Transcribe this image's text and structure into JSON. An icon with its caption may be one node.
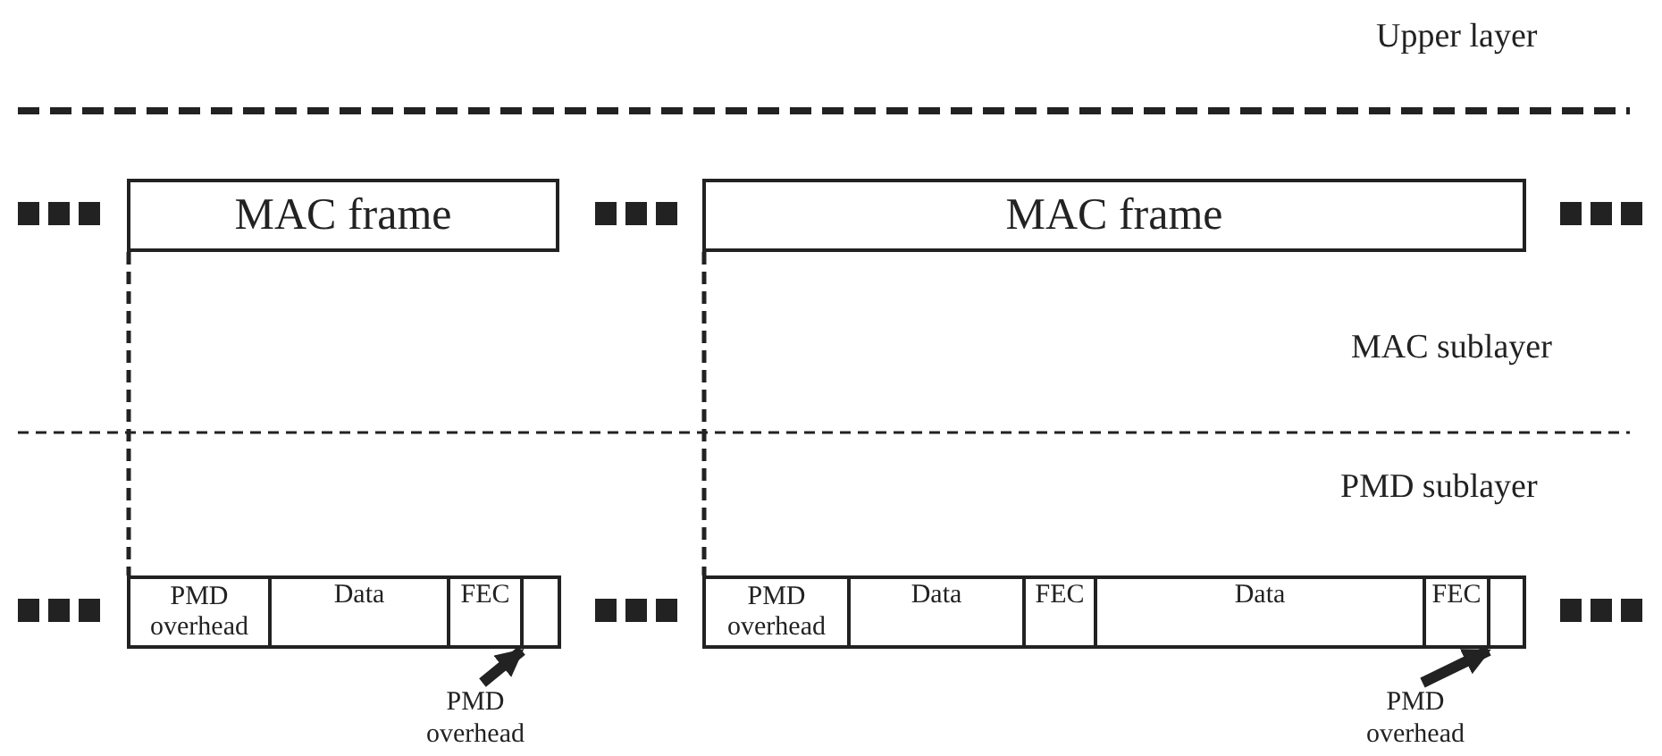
{
  "diagram": {
    "nodes": [
      {
        "text": [
          "MAC frame"
        ]
      },
      {
        "text": [
          "MAC frame"
        ]
      },
      {
        "text": [
          "PMD overhead"
        ]
      },
      {
        "text": [
          "Data"
        ]
      },
      {
        "text": [
          "FEC"
        ]
      },
      {
        "text": [],
        "shape": "box"
      },
      {
        "text": [
          "PMD overhead"
        ]
      },
      {
        "text": [
          "PMD overhead"
        ]
      },
      {
        "text": [
          "Data"
        ]
      },
      {
        "text": [
          "FEC"
        ]
      },
      {
        "text": [
          "Data"
        ]
      },
      {
        "text": [
          "FEC"
        ]
      },
      {
        "text": [],
        "shape": "box"
      },
      {
        "text": [
          "PMD overhead"
        ]
      }
    ],
    "edges": [
      {
        "from": 0,
        "to": 2,
        "arrow": "none",
        "style": "dashed"
      },
      {
        "from": 6,
        "to": 5,
        "arrow": "to",
        "style": "thick"
      },
      {
        "from": 1,
        "to": 7,
        "arrow": "none",
        "style": "dashed"
      },
      {
        "from": 13,
        "to": 12,
        "arrow": "to",
        "style": "thick"
      }
    ],
    "labels": [
      "Upper layer",
      "MAC sublayer",
      "PMD sublayer"
    ]
  }
}
